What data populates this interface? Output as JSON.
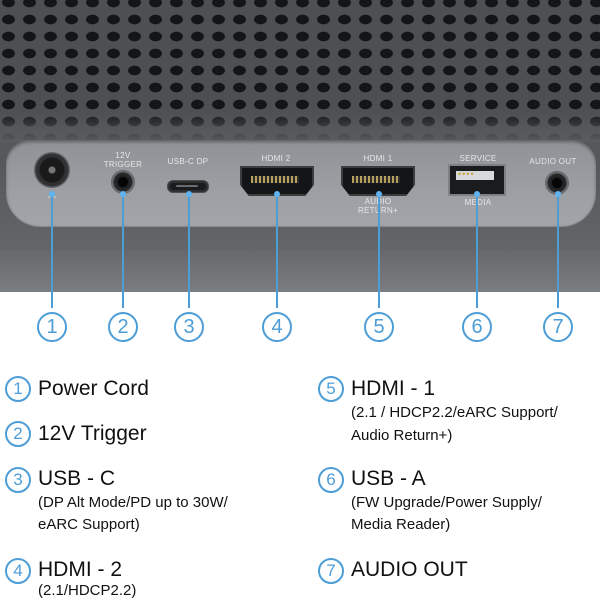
{
  "ports": [
    {
      "id": "power",
      "label_top": "",
      "label_bottom": "⎓",
      "number": "1"
    },
    {
      "id": "trigger",
      "label_top": "12V\nTRIGGER",
      "label_bottom": "",
      "number": "2"
    },
    {
      "id": "usbc",
      "label_top": "USB-C DP",
      "label_bottom": "",
      "number": "3"
    },
    {
      "id": "hdmi2",
      "label_top": "HDMI 2",
      "label_bottom": "",
      "number": "4"
    },
    {
      "id": "hdmi1",
      "label_top": "HDMI 1",
      "label_bottom": "AUDIO\nRETURN+",
      "number": "5"
    },
    {
      "id": "usba",
      "label_top": "SERVICE",
      "label_bottom": "MEDIA",
      "number": "6"
    },
    {
      "id": "audio",
      "label_top": "AUDIO OUT",
      "label_bottom": "",
      "number": "7"
    }
  ],
  "legend": [
    {
      "number": "1",
      "title": "Power Cord",
      "lines": []
    },
    {
      "number": "2",
      "title": "12V Trigger",
      "lines": []
    },
    {
      "number": "3",
      "title": "USB - C",
      "lines": [
        "(DP Alt Mode/PD up to 30W/",
        "eARC Support)"
      ]
    },
    {
      "number": "4",
      "title": "HDMI - 2",
      "lines": [
        "(2.1/HDCP2.2)"
      ]
    },
    {
      "number": "5",
      "title": "HDMI - 1",
      "lines": [
        "(2.1 / HDCP2.2/eARC Support/",
        "Audio Return+)"
      ]
    },
    {
      "number": "6",
      "title": "USB - A",
      "lines": [
        "(FW Upgrade/Power Supply/",
        "Media Reader)"
      ]
    },
    {
      "number": "7",
      "title": "AUDIO OUT",
      "lines": []
    }
  ],
  "colors": {
    "accent": "#4d9dd6",
    "panel": "#9c9fa3",
    "text": "#111111"
  }
}
